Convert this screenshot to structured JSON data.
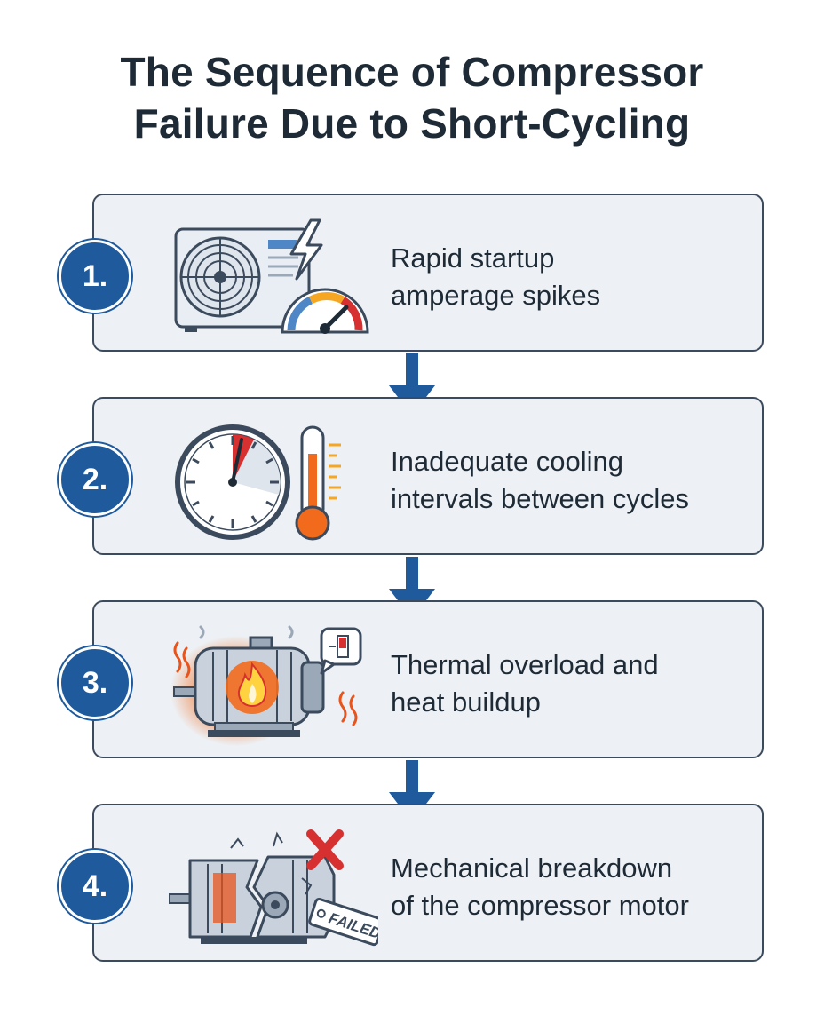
{
  "title": {
    "line1": "The Sequence of Compressor",
    "line2": "Failure Due to Short-Cycling"
  },
  "steps": [
    {
      "number": "1.",
      "icon": "ac-unit-lightning-gauge-icon",
      "line1": "Rapid startup",
      "line2": "amperage spikes"
    },
    {
      "number": "2.",
      "icon": "clock-thermometer-icon",
      "line1": "Inadequate cooling",
      "line2": "intervals between cycles"
    },
    {
      "number": "3.",
      "icon": "overheating-motor-icon",
      "line1": "Thermal overload and",
      "line2": "heat buildup"
    },
    {
      "number": "4.",
      "icon": "broken-motor-icon",
      "line1": "Mechanical breakdown",
      "line2": "of the compressor motor",
      "tag": "FAILED"
    }
  ],
  "colors": {
    "accent": "#1f5a9c",
    "card": "#edf0f4",
    "border": "#3b4a5c",
    "danger": "#d63031",
    "heat": "#f26b1d"
  }
}
